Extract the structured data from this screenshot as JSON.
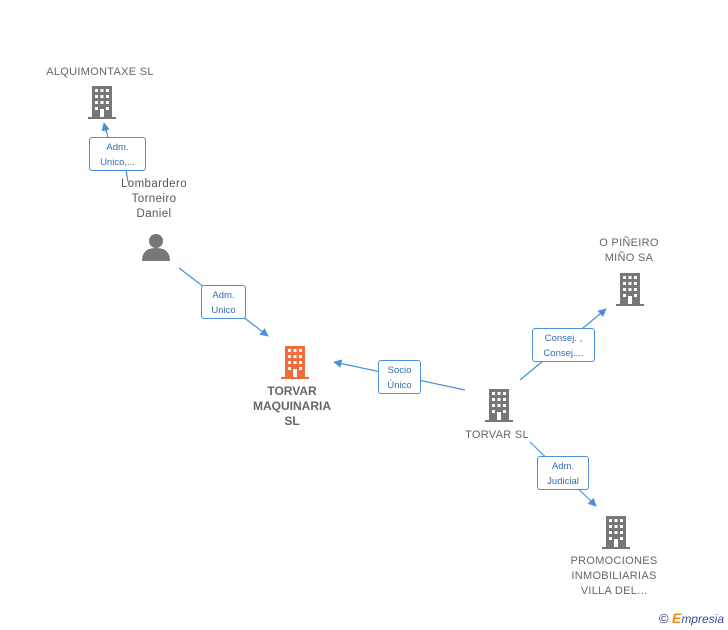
{
  "colors": {
    "edge": "#4a90d9",
    "edge_text": "#2f6eb6",
    "company_icon": "#777777",
    "focus_icon": "#f26b3a",
    "person_icon": "#777777"
  },
  "nodes": {
    "alquimontaxe": {
      "label": "ALQUIMONTAXE SL",
      "icon": "building-icon"
    },
    "lombardero": {
      "label_lines": [
        "Lombardero",
        "Torneiro",
        "Daniel"
      ],
      "icon": "person-icon"
    },
    "torvar_maquinaria": {
      "label_lines": [
        "TORVAR",
        "MAQUINARIA",
        "SL"
      ],
      "icon": "building-icon"
    },
    "torvar_sl": {
      "label": "TORVAR SL",
      "icon": "building-icon"
    },
    "pineiro": {
      "label_lines": [
        "O PIÑEIRO",
        "MIÑO SA"
      ],
      "icon": "building-icon"
    },
    "promociones": {
      "label_lines": [
        "PROMOCIONES",
        "INMOBILIARIAS",
        "VILLA DEL..."
      ],
      "icon": "building-icon"
    }
  },
  "edges": {
    "lombardero_to_alquimontaxe": {
      "lines": [
        "Adm.",
        "Unico,..."
      ]
    },
    "lombardero_to_torvar_maquinaria": {
      "lines": [
        "Adm.",
        "Unico"
      ]
    },
    "torvar_sl_to_torvar_maquinaria": {
      "lines": [
        "Socio",
        "Único"
      ]
    },
    "torvar_sl_to_pineiro": {
      "lines": [
        "Consej. ,",
        "Consej...."
      ]
    },
    "torvar_sl_to_promociones": {
      "lines": [
        "Adm.",
        "Judicial"
      ]
    }
  },
  "footer": {
    "copyright": "©",
    "brand_first": "E",
    "brand_rest": "mpresia"
  }
}
